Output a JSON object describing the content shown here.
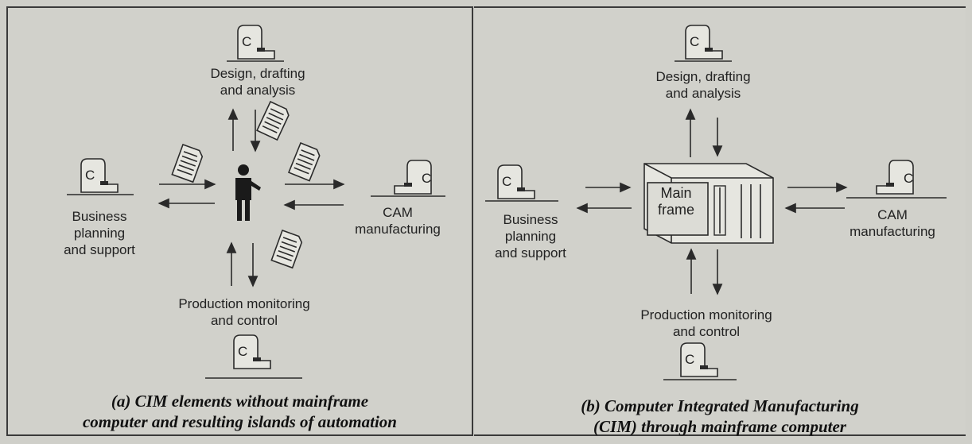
{
  "panel_a": {
    "design_label": "Design, drafting\nand analysis",
    "business_label": "Business\nplanning\nand support",
    "cam_label": "CAM\nmanufacturing",
    "production_label": "Production monitoring\nand control",
    "terminal_letter": "C",
    "caption": "(a) CIM elements without mainframe\ncomputer and resulting islands of automation"
  },
  "panel_b": {
    "design_label": "Design, drafting\nand analysis",
    "business_label": "Business\nplanning\nand support",
    "cam_label": "CAM\nmanufacturing",
    "production_label": "Production monitoring\nand control",
    "mainframe_label": "Main\nframe",
    "terminal_letter": "C",
    "caption": "(b) Computer Integrated Manufacturing\n(CIM) through mainframe computer"
  }
}
